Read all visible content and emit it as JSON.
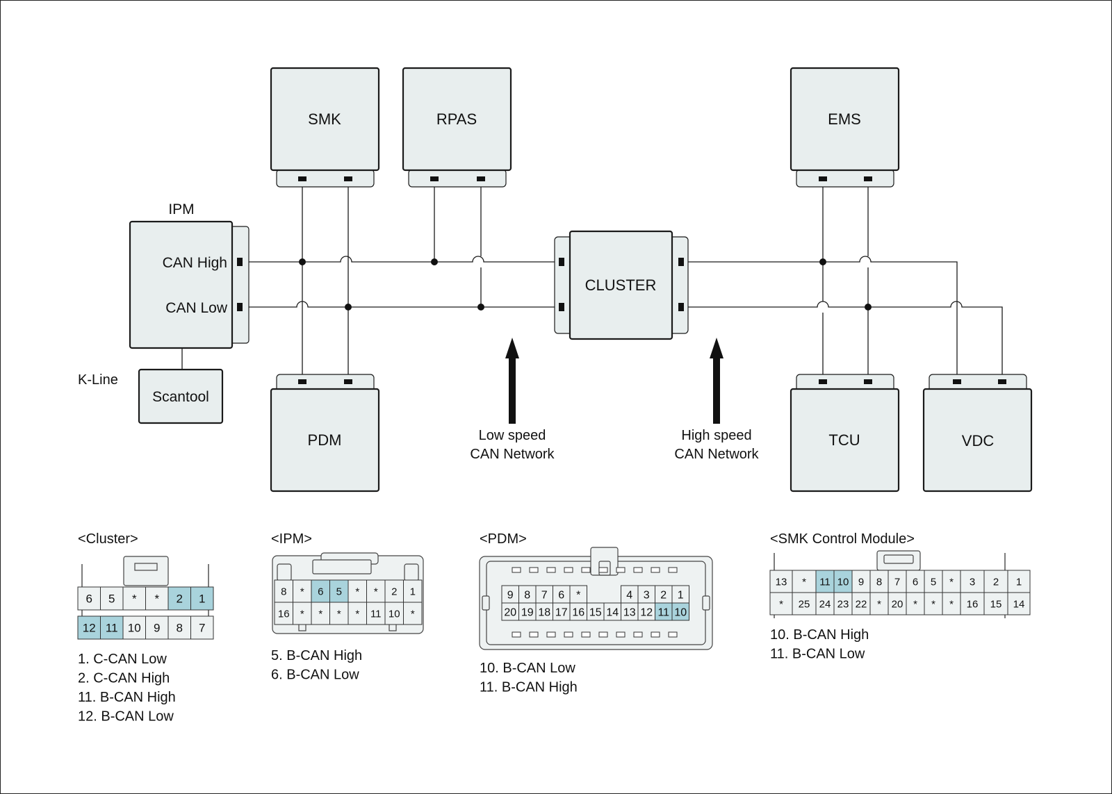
{
  "modules": {
    "smk": "SMK",
    "rpas": "RPAS",
    "ems": "EMS",
    "cluster": "CLUSTER",
    "pdm": "PDM",
    "tcu": "TCU",
    "vdc": "VDC",
    "ipm": "IPM",
    "scantool": "Scantool"
  },
  "ipm_labels": {
    "can_high": "CAN High",
    "can_low": "CAN Low"
  },
  "kline": "K-Line",
  "arrows": {
    "low": [
      "Low speed",
      "CAN Network"
    ],
    "high": [
      "High speed",
      "CAN Network"
    ]
  },
  "connectors": {
    "cluster": {
      "title": "<Cluster>",
      "row1": [
        "6",
        "5",
        "*",
        "*",
        "2",
        "1"
      ],
      "row2": [
        "12",
        "11",
        "10",
        "9",
        "8",
        "7"
      ],
      "highlight_row1": [
        "2",
        "1"
      ],
      "highlight_row2": [
        "12",
        "11"
      ],
      "notes": [
        "1. C-CAN Low",
        "2. C-CAN High",
        "11. B-CAN High",
        "12. B-CAN Low"
      ]
    },
    "ipm": {
      "title": "<IPM>",
      "row1": [
        "8",
        "*",
        "6",
        "5",
        "*",
        "*",
        "2",
        "1"
      ],
      "row2": [
        "16",
        "*",
        "*",
        "*",
        "*",
        "11",
        "10",
        "*"
      ],
      "highlight_row1": [
        "6",
        "5"
      ],
      "highlight_row2": [],
      "notes": [
        "5. B-CAN High",
        "6. B-CAN Low"
      ]
    },
    "pdm": {
      "title": "<PDM>",
      "row1": [
        "9",
        "8",
        "7",
        "6",
        "*",
        "",
        "",
        "4",
        "3",
        "2",
        "1"
      ],
      "row2": [
        "20",
        "19",
        "18",
        "17",
        "16",
        "15",
        "14",
        "13",
        "12",
        "11",
        "10"
      ],
      "highlight_row1": [],
      "highlight_row2": [
        "11",
        "10"
      ],
      "notes": [
        "10. B-CAN Low",
        "11. B-CAN High"
      ]
    },
    "smk": {
      "title": "<SMK Control Module>",
      "row1": [
        "13",
        "*",
        "11",
        "10",
        "9",
        "8",
        "7",
        "6",
        "5",
        "*",
        "3",
        "2",
        "1"
      ],
      "row2": [
        "*",
        "25",
        "24",
        "23",
        "22",
        "*",
        "20",
        "*",
        "*",
        "*",
        "16",
        "15",
        "14"
      ],
      "highlight_row1": [
        "11",
        "10"
      ],
      "highlight_row2": [],
      "notes": [
        "10. B-CAN High",
        "11. B-CAN Low"
      ]
    }
  }
}
